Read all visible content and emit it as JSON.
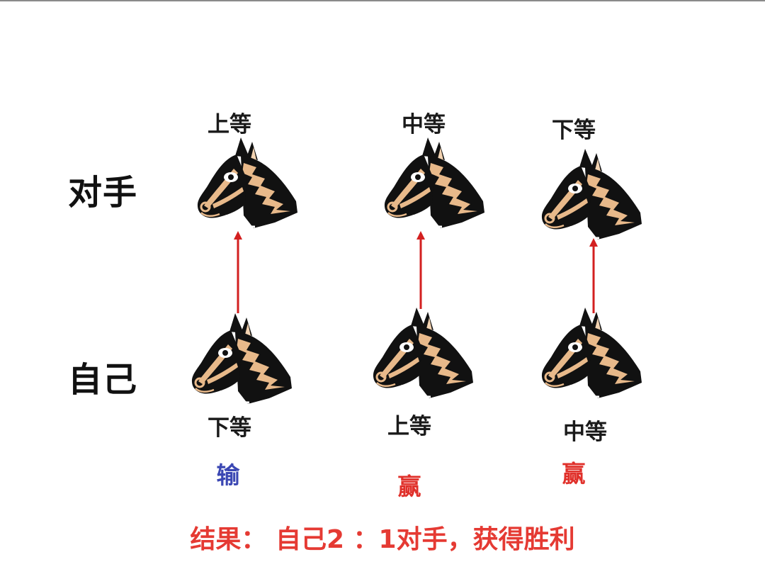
{
  "labels": {
    "opponent": "对手",
    "self": "自己"
  },
  "columns": [
    {
      "opponent_grade": "上等",
      "self_grade": "下等",
      "result": "输",
      "result_color": "#3b47b3"
    },
    {
      "opponent_grade": "中等",
      "self_grade": "上等",
      "result": "赢",
      "result_color": "#e0302a"
    },
    {
      "opponent_grade": "下等",
      "self_grade": "中等",
      "result": "赢",
      "result_color": "#e0302a"
    }
  ],
  "summary": "结果： 自己2 ：1对手，获得胜利",
  "colors": {
    "arrow": "#d32020",
    "horse_body": "#111111",
    "horse_mane": "#e8b98a"
  }
}
